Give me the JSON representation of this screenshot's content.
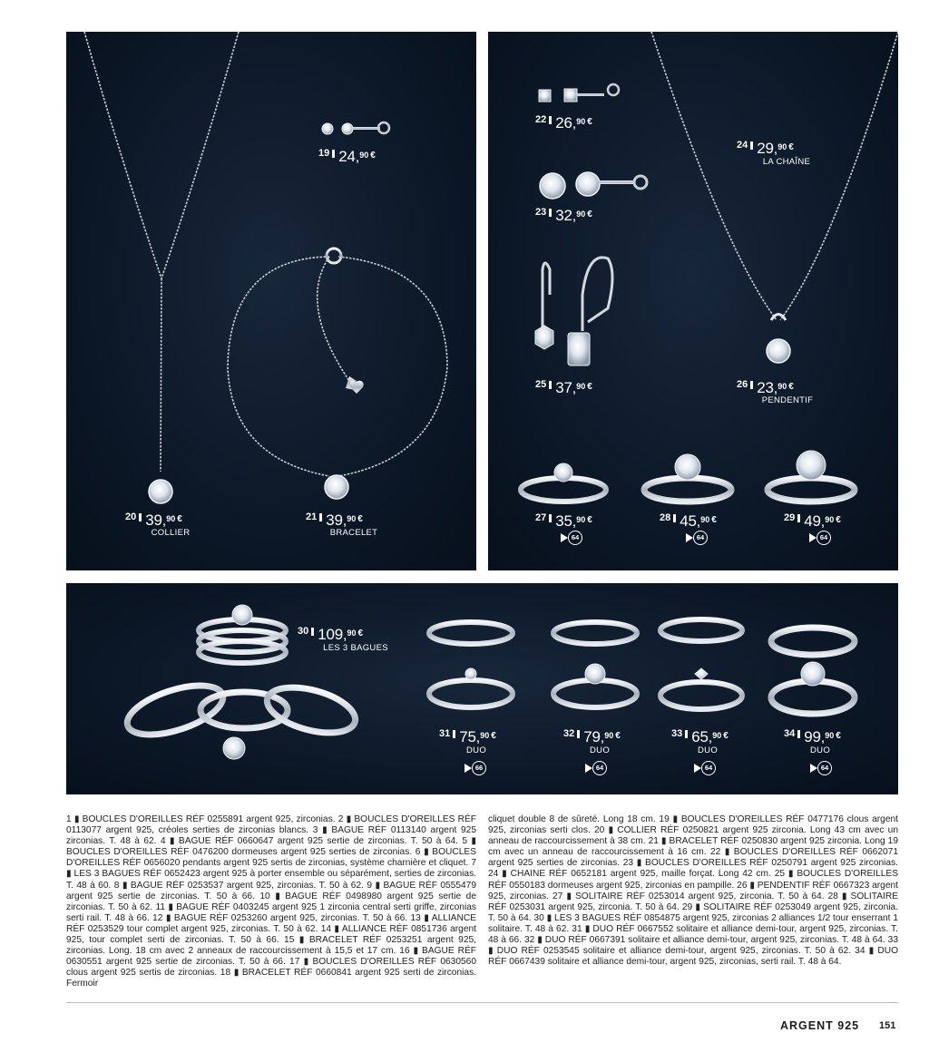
{
  "prices": [
    {
      "id": "19",
      "euros": "24",
      "cents": "90",
      "currency": "€",
      "label": ""
    },
    {
      "id": "20",
      "euros": "39",
      "cents": "90",
      "currency": "€",
      "label": "COLLIER"
    },
    {
      "id": "21",
      "euros": "39",
      "cents": "90",
      "currency": "€",
      "label": "BRACELET"
    },
    {
      "id": "22",
      "euros": "26",
      "cents": "90",
      "currency": "€",
      "label": ""
    },
    {
      "id": "23",
      "euros": "32",
      "cents": "90",
      "currency": "€",
      "label": ""
    },
    {
      "id": "24",
      "euros": "29",
      "cents": "90",
      "currency": "€",
      "label": "LA CHAÎNE"
    },
    {
      "id": "25",
      "euros": "37",
      "cents": "90",
      "currency": "€",
      "label": ""
    },
    {
      "id": "26",
      "euros": "23",
      "cents": "90",
      "currency": "€",
      "label": "PENDENTIF"
    },
    {
      "id": "27",
      "euros": "35",
      "cents": "90",
      "currency": "€",
      "label": "",
      "page": "64"
    },
    {
      "id": "28",
      "euros": "45",
      "cents": "90",
      "currency": "€",
      "label": "",
      "page": "64"
    },
    {
      "id": "29",
      "euros": "49",
      "cents": "90",
      "currency": "€",
      "label": "",
      "page": "64"
    },
    {
      "id": "30",
      "euros": "109",
      "cents": "90",
      "currency": "€",
      "label": "LES 3 BAGUES"
    },
    {
      "id": "31",
      "euros": "75",
      "cents": "90",
      "currency": "€",
      "label": "DUO",
      "page": "66"
    },
    {
      "id": "32",
      "euros": "79",
      "cents": "90",
      "currency": "€",
      "label": "DUO",
      "page": "64"
    },
    {
      "id": "33",
      "euros": "65",
      "cents": "90",
      "currency": "€",
      "label": "DUO",
      "page": "64"
    },
    {
      "id": "34",
      "euros": "99",
      "cents": "90",
      "currency": "€",
      "label": "DUO",
      "page": "64"
    }
  ],
  "description": {
    "left": "1 ▮ BOUCLES D'OREILLES RÉF 0255891 argent 925, zirconias. 2 ▮ BOUCLES D'OREILLES RÉF 0113077 argent 925, créoles serties de zirconias blancs. 3 ▮ BAGUE RÉF 0113140 argent 925 zirconias. T. 48 à 62. 4 ▮ BAGUE RÉF 0660647 argent 925 sertie de zirconias. T. 50 à 64. 5 ▮ BOUCLES D'OREILLES RÉF 0476200 dormeuses argent 925 serties de zirconias. 6 ▮ BOUCLES D'OREILLES RÉF 0656020 pendants argent 925 sertis de zirconias, système charnière et cliquet. 7 ▮ LES 3 BAGUES RÉF 0652423 argent 925 à porter ensemble ou séparément, serties de zirconias. T. 48 à 60. 8 ▮ BAGUE RÉF 0253537 argent 925, zirconias. T. 50 à 62. 9 ▮ BAGUE RÉF 0555479 argent 925 sertie de zirconias. T. 50 à 66. 10 ▮ BAGUE RÉF 0498980 argent 925 sertie de zirconias. T. 50 à 62. 11 ▮ BAGUE RÉF 0403245 argent 925 1 zirconia central serti griffe, zirconias serti rail. T. 48 à 66. 12 ▮ BAGUE RÉF 0253260 argent 925, zirconias. T. 50 à 66. 13 ▮ ALLIANCE RÉF 0253529 tour complet argent 925, zirconias. T. 50 à 62. 14 ▮ ALLIANCE RÉF 0851736 argent 925, tour complet serti de zirconias. T. 50 à 66. 15 ▮ BRACELET RÉF 0253251 argent 925, zirconias. Long. 18 cm avec 2 anneaux de raccourcissement à 15,5 et 17 cm. 16 ▮ BAGUE RÉF 0630551 argent 925 sertie de zirconias. T. 50 à 66. 17 ▮ BOUCLES D'OREILLES RÉF 0630560 clous argent 925 sertis de zirconias. 18 ▮ BRACELET RÉF 0660841 argent 925 serti de zirconias. Fermoir",
    "right": "cliquet double 8 de sûreté. Long 18 cm. 19 ▮ BOUCLES D'OREILLES RÉF 0477176 clous argent 925, zirconias serti clos. 20 ▮ COLLIER RÉF 0250821 argent 925 zirconia. Long 43 cm avec un anneau de raccourcissement à 38 cm. 21 ▮ BRACELET RÉF 0250830 argent 925 zirconia. Long 19 cm avec un anneau de raccourcissement à 16 cm. 22 ▮ BOUCLES D'OREILLES RÉF 0662071 argent 925 serties de zirconias. 23 ▮ BOUCLES D'OREILLES RÉF 0250791 argent 925 zirconias. 24 ▮ CHAINE RÉF 0652181 argent 925, maille forçat. Long 42 cm. 25 ▮ BOUCLES D'OREILLES RÉF 0550183 dormeuses argent 925, zirconias en pampille. 26 ▮ PENDENTIF RÉF 0667323 argent 925, zirconias. 27 ▮ SOLITAIRE RÉF 0253014 argent 925, zirconia. T. 50 à 64. 28 ▮ SOLITAIRE RÉF 0253031 argent 925, zirconia. T. 50 à 64. 29 ▮ SOLITAIRE RÉF 0253049 argent 925, zirconia. T. 50 à 64. 30 ▮ LES 3 BAGUES RÉF 0854875 argent 925, zirconias 2 alliances 1/2 tour enserrant 1 solitaire. T. 48 à 62. 31 ▮ DUO RÉF 0667552 solitaire et alliance demi-tour, argent 925, zirconias. T. 48 à 66. 32 ▮ DUO RÉF 0667391 solitaire et alliance demi-tour, argent 925, zirconias. T. 48 à 64. 33 ▮ DUO RÉF 0253545 solitaire et alliance demi-tour, argent 925, zirconias. T. 50 à 62. 34 ▮ DUO RÉF 0667439 solitaire et alliance demi-tour, argent 925, zirconias, serti rail. T. 48 à 64."
  },
  "footer": {
    "section_title": "ARGENT 925",
    "page_number": "151"
  },
  "colors": {
    "panel": "#0b1726",
    "silver": "#d9dde2",
    "text": "#1c1c1c"
  }
}
